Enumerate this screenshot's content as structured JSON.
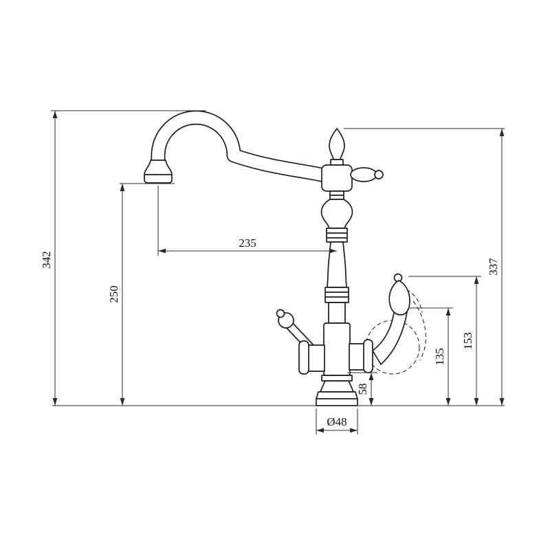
{
  "page": {
    "background_color": "#ffffff"
  },
  "drawing": {
    "line_color": "#1c1c1c",
    "dimension_color": "#2a2a2a",
    "dimensions": {
      "overall_height_left": "342",
      "spout_outlet_height": "250",
      "spout_reach": "235",
      "overall_height_right": "337",
      "handle_tip_height": "153",
      "handle_lever_height": "135",
      "body_step_height": "58",
      "base_diameter": "Ø48"
    }
  }
}
